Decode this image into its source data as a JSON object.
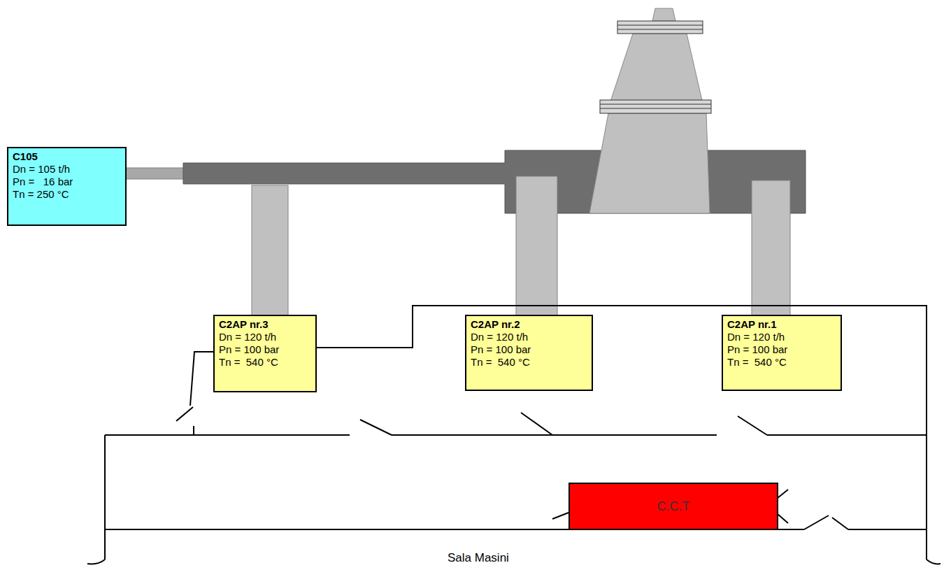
{
  "diagram": {
    "nodes": [
      {
        "text": [
          "C105",
          "Dn = 105 t/h",
          "Pn =   16 bar",
          "Tn = 250 °C"
        ]
      },
      {
        "text": [
          "C2AP nr.3",
          "Dn = 120 t/h",
          "Pn = 100 bar",
          "Tn =  540 °C"
        ]
      },
      {
        "text": [
          "C2AP nr.2",
          "Dn = 120 t/h",
          "Pn = 100 bar",
          "Tn =  540 °C"
        ]
      },
      {
        "text": [
          "C2AP nr.1",
          "Dn = 120 t/h",
          "Pn = 100 bar",
          "Tn =  540 °C"
        ]
      },
      {
        "text": [
          "C.C.T"
        ]
      }
    ],
    "labels": [
      "Sala Masini"
    ]
  }
}
